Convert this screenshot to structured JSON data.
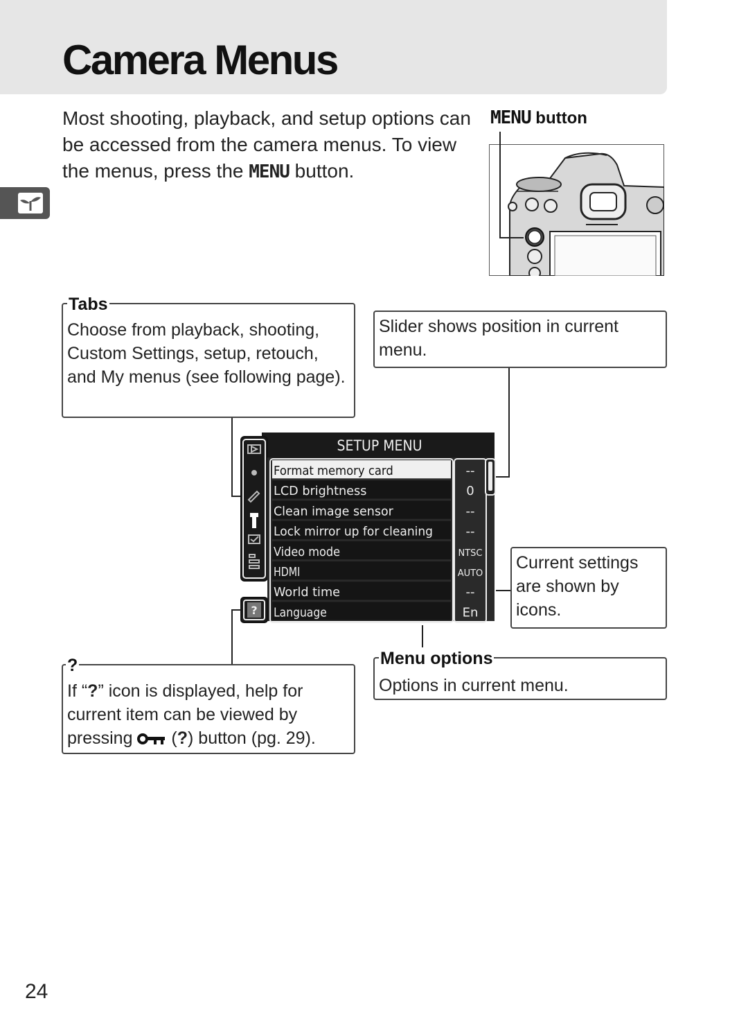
{
  "page": {
    "title": "Camera Menus",
    "intro_pre": "Most shooting, playback, and setup options can be accessed from the camera menus.  To view the menus, press the ",
    "intro_menu": "MENU",
    "intro_post": " button.",
    "menu_button_label_key": "MENU",
    "menu_button_label_text": " button",
    "page_number": "24"
  },
  "callouts": {
    "tabs": {
      "heading": "Tabs",
      "text": "Choose from playback, shooting, Custom Settings, setup, retouch, and My menus (see following page)."
    },
    "slider": {
      "text": "Slider shows position in current menu."
    },
    "current": {
      "text": "Current settings are shown by icons."
    },
    "help": {
      "heading": "?",
      "text_pre": "If “",
      "text_q": "?",
      "text_mid": "” icon is displayed, help for current item can be viewed by pressing ",
      "text_paren_open": " (",
      "text_q2": "?",
      "text_post": ") button (pg. 29)."
    },
    "menu_options": {
      "heading": "Menu options",
      "text": "Options in current menu."
    }
  },
  "lcd": {
    "title": "SETUP MENU",
    "items": [
      {
        "label": "Format memory card",
        "value": "--"
      },
      {
        "label": "LCD brightness",
        "value": "0"
      },
      {
        "label": "Clean image sensor",
        "value": "--"
      },
      {
        "label": "Lock mirror up for cleaning",
        "value": "--"
      },
      {
        "label": "Video mode",
        "value": "NTSC"
      },
      {
        "label": "HDMI",
        "value": "AUTO"
      },
      {
        "label": "World time",
        "value": "--"
      },
      {
        "label": "Language",
        "value": "En"
      }
    ],
    "help_icon": "?",
    "tabs": [
      "playback-icon",
      "shooting-icon",
      "custom-settings-icon",
      "setup-icon",
      "retouch-icon",
      "my-menu-icon"
    ]
  },
  "colors": {
    "title_band": "#e6e6e6",
    "side_tab": "#555555",
    "lcd_bg": "#1a1a1a",
    "lcd_highlight": "#f0f0f0"
  }
}
